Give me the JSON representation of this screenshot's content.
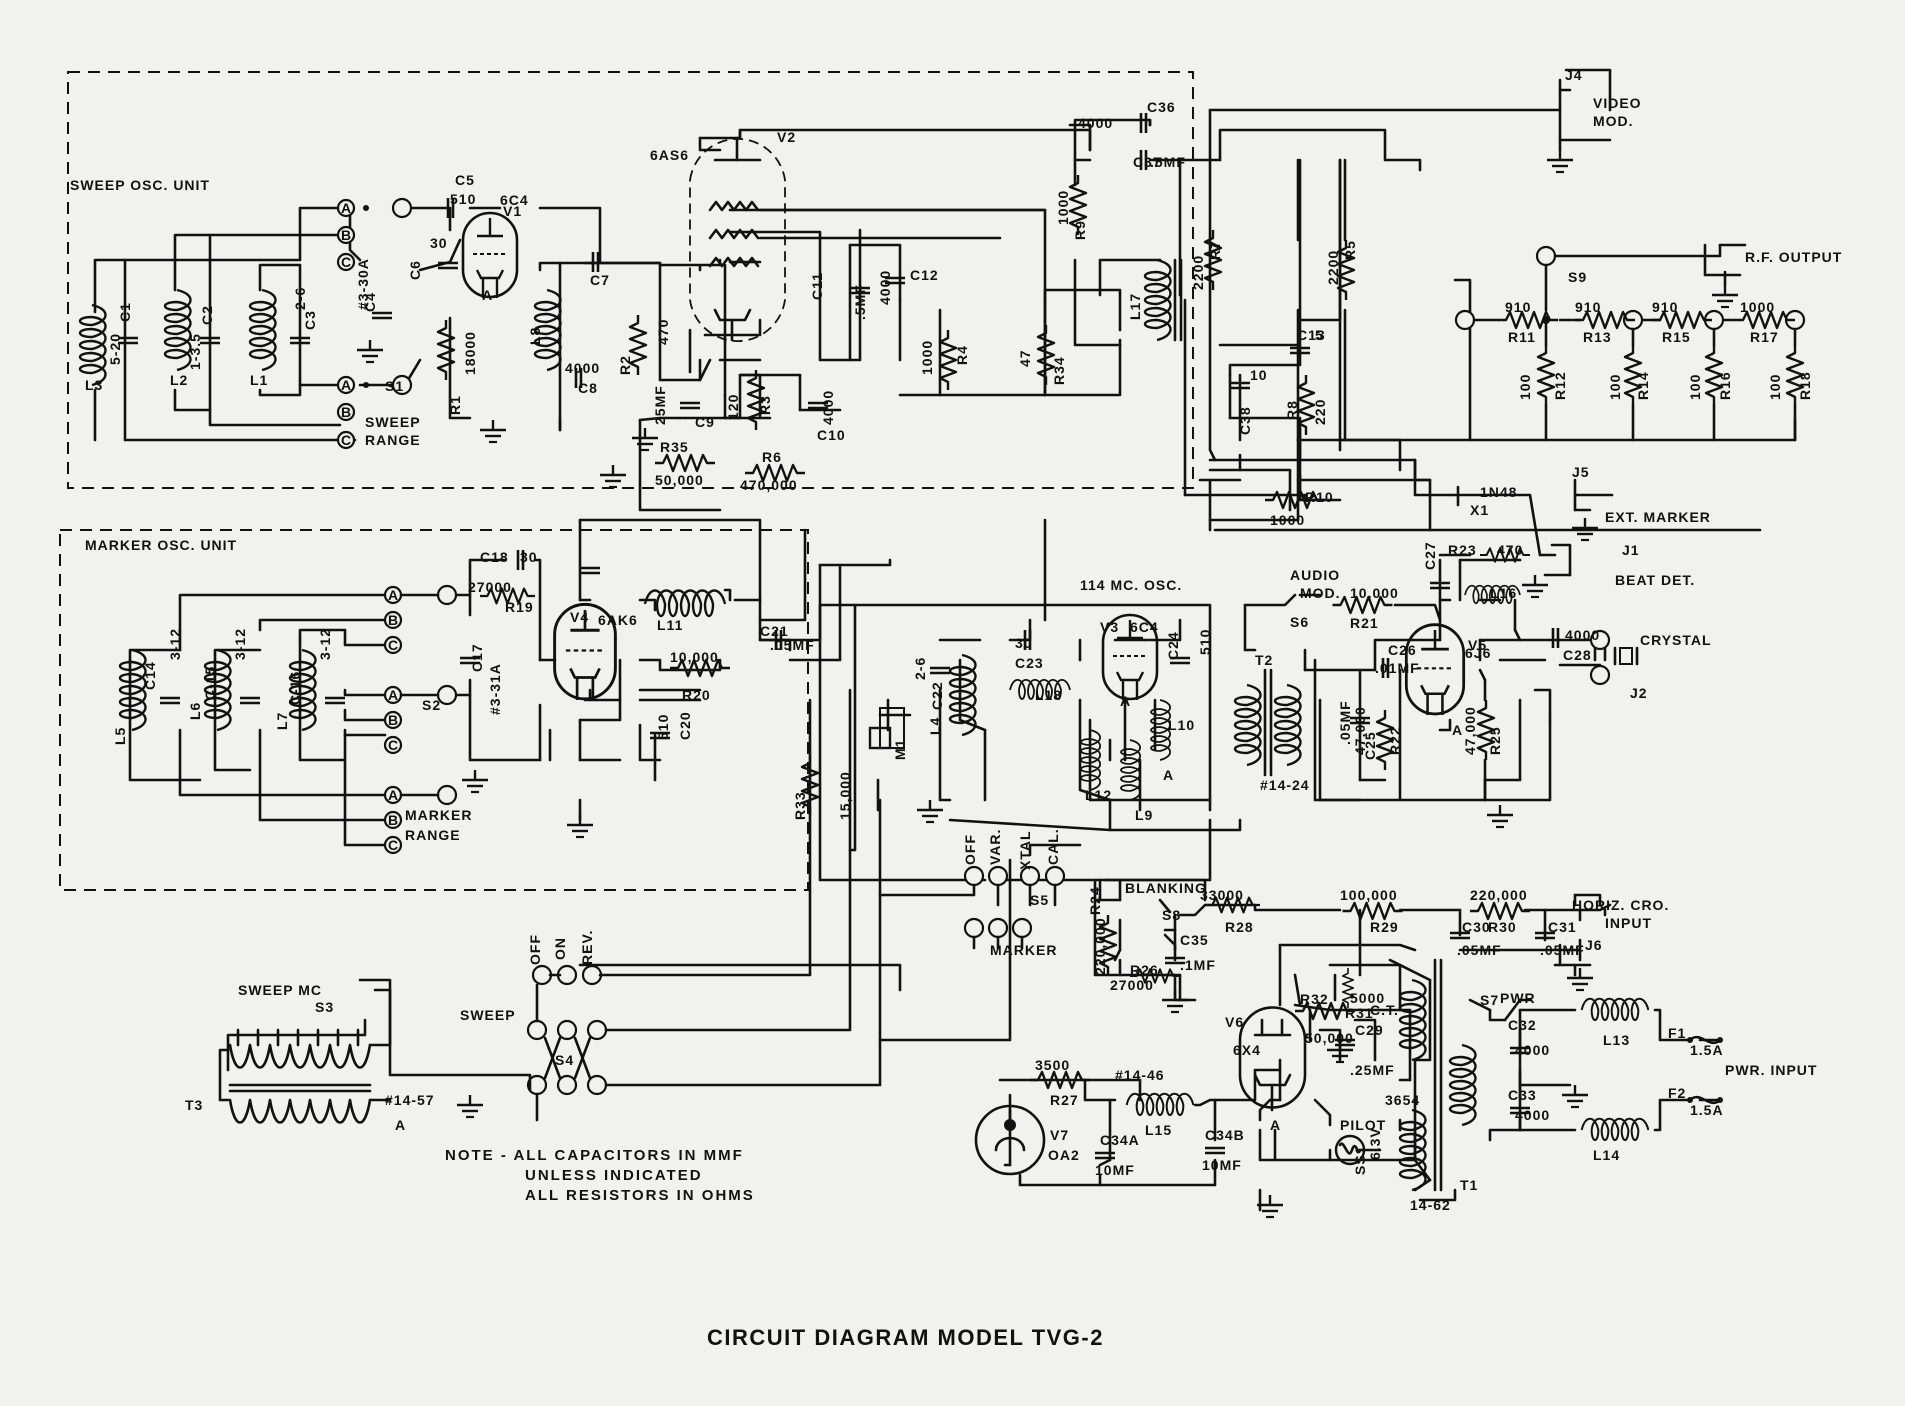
{
  "title": "CIRCUIT DIAGRAM MODEL TVG-2",
  "units": {
    "sweep_osc": "SWEEP OSC. UNIT",
    "marker_osc": "MARKER OSC. UNIT",
    "mc114_osc": "114 MC. OSC."
  },
  "note": [
    "NOTE - ALL CAPACITORS IN MMF",
    "UNLESS INDICATED",
    "ALL RESISTORS IN OHMS"
  ],
  "labels": [
    {
      "id": "c5",
      "text": "C5"
    },
    {
      "id": "c5v",
      "text": "510"
    },
    {
      "id": "v1",
      "text": "V1"
    },
    {
      "id": "v1t",
      "text": "6C4"
    },
    {
      "id": "c6",
      "text": "C6"
    },
    {
      "id": "c6v",
      "text": "30"
    },
    {
      "id": "s1sw",
      "text": "#3-30A"
    },
    {
      "id": "c4",
      "text": "C4"
    },
    {
      "id": "s1",
      "text": "S1"
    },
    {
      "id": "sweep",
      "text": "SWEEP"
    },
    {
      "id": "range1",
      "text": "RANGE"
    },
    {
      "id": "r1",
      "text": "R1"
    },
    {
      "id": "r1v",
      "text": "18000"
    },
    {
      "id": "l8",
      "text": "L8"
    },
    {
      "id": "c7",
      "text": "C7"
    },
    {
      "id": "c8",
      "text": "C8"
    },
    {
      "id": "c8v",
      "text": "4000"
    },
    {
      "id": "l3",
      "text": "L3"
    },
    {
      "id": "c1v",
      "text": "5-20"
    },
    {
      "id": "c1",
      "text": "C1"
    },
    {
      "id": "l2",
      "text": "L2"
    },
    {
      "id": "c2v",
      "text": "1-3.5"
    },
    {
      "id": "c2",
      "text": "C2"
    },
    {
      "id": "l1",
      "text": "L1"
    },
    {
      "id": "c3v",
      "text": "2-6"
    },
    {
      "id": "c3",
      "text": "C3"
    },
    {
      "id": "v2t",
      "text": "6AS6"
    },
    {
      "id": "v2",
      "text": "V2"
    },
    {
      "id": "r2",
      "text": "R2"
    },
    {
      "id": "r2v",
      "text": "470"
    },
    {
      "id": "c9v",
      "text": "25MF"
    },
    {
      "id": "c9",
      "text": "C9"
    },
    {
      "id": "r3v",
      "text": "120"
    },
    {
      "id": "r3",
      "text": "R3"
    },
    {
      "id": "c10",
      "text": "C10"
    },
    {
      "id": "c10v",
      "text": "4000"
    },
    {
      "id": "c11",
      "text": "C11"
    },
    {
      "id": "c11v",
      "text": ".5MF"
    },
    {
      "id": "c12v",
      "text": "4000"
    },
    {
      "id": "c12",
      "text": "C12"
    },
    {
      "id": "r4v",
      "text": "1000"
    },
    {
      "id": "r4",
      "text": "R4"
    },
    {
      "id": "r34v",
      "text": "47"
    },
    {
      "id": "r34",
      "text": "R34"
    },
    {
      "id": "r35",
      "text": "R35"
    },
    {
      "id": "r35v",
      "text": "50,000"
    },
    {
      "id": "r6",
      "text": "R6"
    },
    {
      "id": "r6v",
      "text": "470,000"
    },
    {
      "id": "c36v",
      "text": "4000"
    },
    {
      "id": "c36",
      "text": "C36"
    },
    {
      "id": "c37",
      "text": "C37"
    },
    {
      "id": "c37v",
      "text": ".5MF"
    },
    {
      "id": "r9v",
      "text": "1000"
    },
    {
      "id": "r9",
      "text": "R9"
    },
    {
      "id": "r7v",
      "text": "2200"
    },
    {
      "id": "r7",
      "text": "R7"
    },
    {
      "id": "l17",
      "text": "L17"
    },
    {
      "id": "r5v",
      "text": "2200"
    },
    {
      "id": "r5",
      "text": "R5"
    },
    {
      "id": "c13",
      "text": "C13"
    },
    {
      "id": "c13v",
      "text": "5"
    },
    {
      "id": "c38v",
      "text": "10"
    },
    {
      "id": "c38",
      "text": "C38"
    },
    {
      "id": "r8",
      "text": "R8"
    },
    {
      "id": "r8v",
      "text": "220"
    },
    {
      "id": "r10",
      "text": "R10"
    },
    {
      "id": "r10v",
      "text": "1000"
    },
    {
      "id": "j4",
      "text": "J4"
    },
    {
      "id": "video",
      "text": "VIDEO"
    },
    {
      "id": "mod",
      "text": "MOD."
    },
    {
      "id": "s9",
      "text": "S9"
    },
    {
      "id": "rfout",
      "text": "R.F. OUTPUT"
    },
    {
      "id": "r11v",
      "text": "910"
    },
    {
      "id": "r11",
      "text": "R11"
    },
    {
      "id": "r13v",
      "text": "910"
    },
    {
      "id": "r13",
      "text": "R13"
    },
    {
      "id": "r15v",
      "text": "910"
    },
    {
      "id": "r15",
      "text": "R15"
    },
    {
      "id": "r17v",
      "text": "1000"
    },
    {
      "id": "r17",
      "text": "R17"
    },
    {
      "id": "r12v",
      "text": "100"
    },
    {
      "id": "r12",
      "text": "R12"
    },
    {
      "id": "r14v",
      "text": "100"
    },
    {
      "id": "r14",
      "text": "R14"
    },
    {
      "id": "r16v",
      "text": "100"
    },
    {
      "id": "r16",
      "text": "R16"
    },
    {
      "id": "r18v",
      "text": "100"
    },
    {
      "id": "r18",
      "text": "R18"
    },
    {
      "id": "j5",
      "text": "J5"
    },
    {
      "id": "ext",
      "text": "EXT. MARKER"
    },
    {
      "id": "in48",
      "text": "1N48"
    },
    {
      "id": "x1",
      "text": "X1"
    },
    {
      "id": "j1",
      "text": "J1"
    },
    {
      "id": "beat",
      "text": "BEAT DET."
    },
    {
      "id": "c27",
      "text": "C27"
    },
    {
      "id": "r23",
      "text": "R23"
    },
    {
      "id": "r23v",
      "text": "470"
    },
    {
      "id": "l16",
      "text": "L16"
    },
    {
      "id": "crystal",
      "text": "CRYSTAL"
    },
    {
      "id": "j2",
      "text": "J2"
    },
    {
      "id": "c28v",
      "text": "4000"
    },
    {
      "id": "c28",
      "text": "C28"
    },
    {
      "id": "v5",
      "text": "V5"
    },
    {
      "id": "v5t",
      "text": "6J6"
    },
    {
      "id": "audio",
      "text": "AUDIO"
    },
    {
      "id": "modsw",
      "text": "MOD."
    },
    {
      "id": "s6",
      "text": "S6"
    },
    {
      "id": "r21v",
      "text": "10,000"
    },
    {
      "id": "r21",
      "text": "R21"
    },
    {
      "id": "c26",
      "text": "C26"
    },
    {
      "id": "c26v",
      "text": ".01MF"
    },
    {
      "id": "t2",
      "text": "T2"
    },
    {
      "id": "c25",
      "text": "C25"
    },
    {
      "id": "c25v",
      "text": ".05MF"
    },
    {
      "id": "r22v",
      "text": "47,000"
    },
    {
      "id": "r22",
      "text": "R22"
    },
    {
      "id": "r25v",
      "text": "47,000"
    },
    {
      "id": "r25",
      "text": "R25"
    },
    {
      "id": "t2n",
      "text": "#14-24"
    },
    {
      "id": "c18",
      "text": "C18"
    },
    {
      "id": "c18v",
      "text": "30"
    },
    {
      "id": "r19v",
      "text": "27000"
    },
    {
      "id": "r19",
      "text": "R19"
    },
    {
      "id": "c17",
      "text": "C17"
    },
    {
      "id": "s2sw",
      "text": "#3-31A"
    },
    {
      "id": "s2",
      "text": "S2"
    },
    {
      "id": "v4",
      "text": "V4"
    },
    {
      "id": "v4t",
      "text": "6AK6"
    },
    {
      "id": "l11",
      "text": "L11"
    },
    {
      "id": "c21",
      "text": "C21"
    },
    {
      "id": "c21v",
      "text": ".05MF"
    },
    {
      "id": "r20v",
      "text": "10,000"
    },
    {
      "id": "r20",
      "text": "R20"
    },
    {
      "id": "c20v",
      "text": "510"
    },
    {
      "id": "c20",
      "text": "C20"
    },
    {
      "id": "marker",
      "text": "MARKER"
    },
    {
      "id": "range2",
      "text": "RANGE"
    },
    {
      "id": "l5",
      "text": "L5"
    },
    {
      "id": "c14",
      "text": "C14"
    },
    {
      "id": "c14v",
      "text": "3-12"
    },
    {
      "id": "l6",
      "text": "L6"
    },
    {
      "id": "c15",
      "text": "C-15"
    },
    {
      "id": "c15v",
      "text": "3-12"
    },
    {
      "id": "l7",
      "text": "L7"
    },
    {
      "id": "c16",
      "text": "C-16"
    },
    {
      "id": "c16v",
      "text": "3-12"
    },
    {
      "id": "v3",
      "text": "V3"
    },
    {
      "id": "v3t",
      "text": "6C4"
    },
    {
      "id": "c23",
      "text": "C23"
    },
    {
      "id": "c23v",
      "text": "30"
    },
    {
      "id": "c24",
      "text": "C24"
    },
    {
      "id": "c24v",
      "text": "510"
    },
    {
      "id": "c22v",
      "text": "2-6"
    },
    {
      "id": "c22",
      "text": "C22"
    },
    {
      "id": "l18",
      "text": "L18"
    },
    {
      "id": "l4",
      "text": "L4"
    },
    {
      "id": "m1",
      "text": "M1"
    },
    {
      "id": "r33",
      "text": "R33"
    },
    {
      "id": "r33v",
      "text": "15,000"
    },
    {
      "id": "l10",
      "text": "L10"
    },
    {
      "id": "l12",
      "text": "L12"
    },
    {
      "id": "l9",
      "text": "L9"
    },
    {
      "id": "s5off",
      "text": "OFF"
    },
    {
      "id": "s5var",
      "text": "VAR."
    },
    {
      "id": "s5x",
      "text": "XTAL"
    },
    {
      "id": "s5cal",
      "text": "CAL."
    },
    {
      "id": "s5",
      "text": "S5"
    },
    {
      "id": "marker2",
      "text": "MARKER"
    },
    {
      "id": "blank",
      "text": "BLANKING"
    },
    {
      "id": "s8",
      "text": "S8"
    },
    {
      "id": "r24",
      "text": "R24"
    },
    {
      "id": "r24v",
      "text": "220,000"
    },
    {
      "id": "r28v",
      "text": "33000"
    },
    {
      "id": "r28",
      "text": "R28"
    },
    {
      "id": "c35",
      "text": "C35"
    },
    {
      "id": "c35v",
      "text": ".1MF"
    },
    {
      "id": "r26",
      "text": "R26"
    },
    {
      "id": "r26v",
      "text": "27000"
    },
    {
      "id": "r29v",
      "text": "100,000"
    },
    {
      "id": "r29",
      "text": "R29"
    },
    {
      "id": "r30v",
      "text": "220,000"
    },
    {
      "id": "r30",
      "text": "R30"
    },
    {
      "id": "horiz",
      "text": "HORIZ. CRO."
    },
    {
      "id": "input",
      "text": "INPUT"
    },
    {
      "id": "j6",
      "text": "J6"
    },
    {
      "id": "c30",
      "text": "C30"
    },
    {
      "id": "c30v",
      "text": ".05MF"
    },
    {
      "id": "c31",
      "text": "C31"
    },
    {
      "id": "c31v",
      "text": ".05MF"
    },
    {
      "id": "s4off",
      "text": "OFF"
    },
    {
      "id": "s4on",
      "text": "ON"
    },
    {
      "id": "s4rev",
      "text": "REV."
    },
    {
      "id": "s4",
      "text": "S4"
    },
    {
      "id": "sweeplbl",
      "text": "SWEEP"
    },
    {
      "id": "sweepmc",
      "text": "SWEEP MC"
    },
    {
      "id": "s3",
      "text": "S3"
    },
    {
      "id": "t3",
      "text": "T3"
    },
    {
      "id": "t3n",
      "text": "#14-57"
    },
    {
      "id": "t3a",
      "text": "A"
    },
    {
      "id": "r32",
      "text": "R32"
    },
    {
      "id": "r32v",
      "text": "50,000"
    },
    {
      "id": "r31v",
      "text": "5000"
    },
    {
      "id": "r31",
      "text": "R31"
    },
    {
      "id": "ct",
      "text": "C.T."
    },
    {
      "id": "c29",
      "text": "C29"
    },
    {
      "id": "c29v",
      "text": ".25MF"
    },
    {
      "id": "v6",
      "text": "V6"
    },
    {
      "id": "v6t",
      "text": "6X4"
    },
    {
      "id": "r27v",
      "text": "3500"
    },
    {
      "id": "r27",
      "text": "R27"
    },
    {
      "id": "v7",
      "text": "V7"
    },
    {
      "id": "v7t",
      "text": "OA2"
    },
    {
      "id": "l15n",
      "text": "#14-46"
    },
    {
      "id": "l15",
      "text": "L15"
    },
    {
      "id": "c34a",
      "text": "C34A"
    },
    {
      "id": "c34av",
      "text": "10MF"
    },
    {
      "id": "c34b",
      "text": "C34B"
    },
    {
      "id": "c34bv",
      "text": "10MF"
    },
    {
      "id": "pilot",
      "text": "PILOT"
    },
    {
      "id": "ssi",
      "text": "SS1"
    },
    {
      "id": "v63",
      "text": "6.3V"
    },
    {
      "id": "t1n",
      "text": "14-62"
    },
    {
      "id": "t1",
      "text": "T1"
    },
    {
      "id": "n3654",
      "text": "3654"
    },
    {
      "id": "s7",
      "text": "S7"
    },
    {
      "id": "pwr",
      "text": "PWR"
    },
    {
      "id": "l13",
      "text": "L13"
    },
    {
      "id": "l14",
      "text": "L14"
    },
    {
      "id": "c32",
      "text": "C32"
    },
    {
      "id": "c32v",
      "text": "4000"
    },
    {
      "id": "c33",
      "text": "C33"
    },
    {
      "id": "c33v",
      "text": "4000"
    },
    {
      "id": "f1",
      "text": "F1"
    },
    {
      "id": "f1v",
      "text": "1.5A"
    },
    {
      "id": "f2",
      "text": "F2"
    },
    {
      "id": "f2v",
      "text": "1.5A"
    },
    {
      "id": "pwrin",
      "text": "PWR. INPUT"
    }
  ],
  "terminal_letters": [
    "A",
    "B",
    "C"
  ]
}
